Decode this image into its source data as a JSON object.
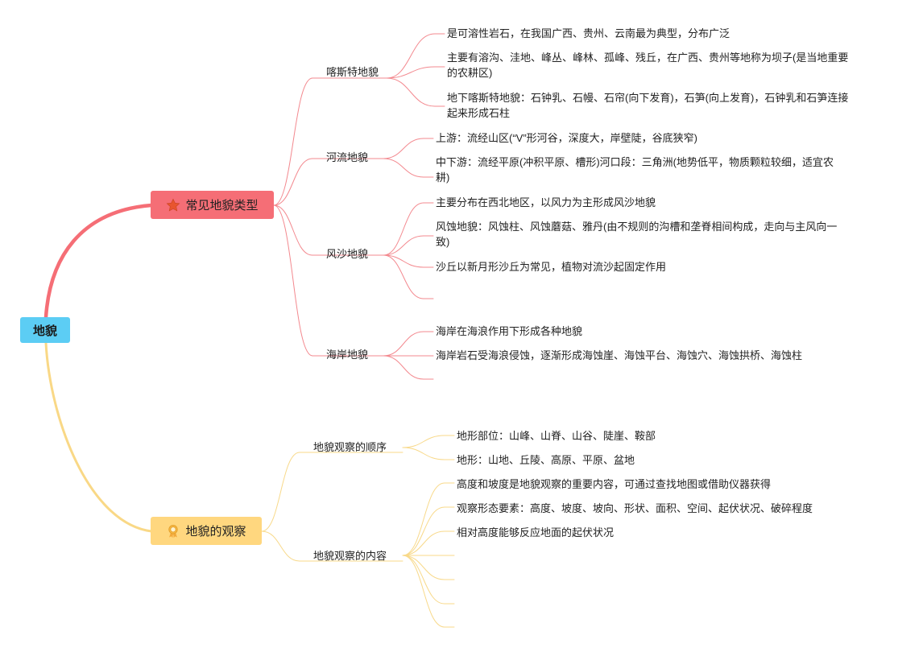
{
  "root": {
    "label": "地貌"
  },
  "types": {
    "label": "常见地貌类型",
    "icon": "star-icon",
    "color": "#f56e76",
    "groups": [
      {
        "label": "喀斯特地貌",
        "items": [
          "是可溶性岩石，在我国广西、贵州、云南最为典型，分布广泛",
          "主要有溶沟、洼地、峰丛、峰林、孤峰、残丘，在广西、贵州等地称为坝子(是当地重要的农耕区)",
          "地下喀斯特地貌：石钟乳、石幔、石帘(向下发育)，石笋(向上发育)，石钟乳和石笋连接起来形成石柱"
        ]
      },
      {
        "label": "河流地貌",
        "items": [
          "上游：流经山区(“V”形河谷，深度大，岸壁陡，谷底狭窄)",
          "中下游：流经平原(冲积平原、槽形)河口段：三角洲(地势低平，物质颗粒较细，适宜农耕)"
        ]
      },
      {
        "label": "风沙地貌",
        "items": [
          "主要分布在西北地区，以风力为主形成风沙地貌",
          "风蚀地貌：风蚀柱、风蚀蘑菇、雅丹(由不规则的沟槽和垄脊相间构成，走向与主风向一致)",
          "沙丘以新月形沙丘为常见，植物对流沙起固定作用"
        ]
      },
      {
        "label": "海岸地貌",
        "items": [
          "海岸在海浪作用下形成各种地貌",
          "海岸岩石受海浪侵蚀，逐渐形成海蚀崖、海蚀平台、海蚀穴、海蚀拱桥、海蚀柱"
        ]
      }
    ]
  },
  "observation": {
    "label": "地貌的观察",
    "icon": "award-ribbon-icon",
    "color": "#ffd77f",
    "groups": [
      {
        "label": "地貌观察的顺序",
        "items": [
          "地形部位：山峰、山脊、山谷、陡崖、鞍部",
          "地形：山地、丘陵、高原、平原、盆地"
        ]
      },
      {
        "label": "地貌观察的内容",
        "items": [
          "高度和坡度是地貌观察的重要内容，可通过查找地图或借助仪器获得",
          "观察形态要素：高度、坡度、坡向、形状、面积、空间、起伏状况、破碎程度",
          "相对高度能够反应地面的起伏状况"
        ]
      }
    ]
  }
}
